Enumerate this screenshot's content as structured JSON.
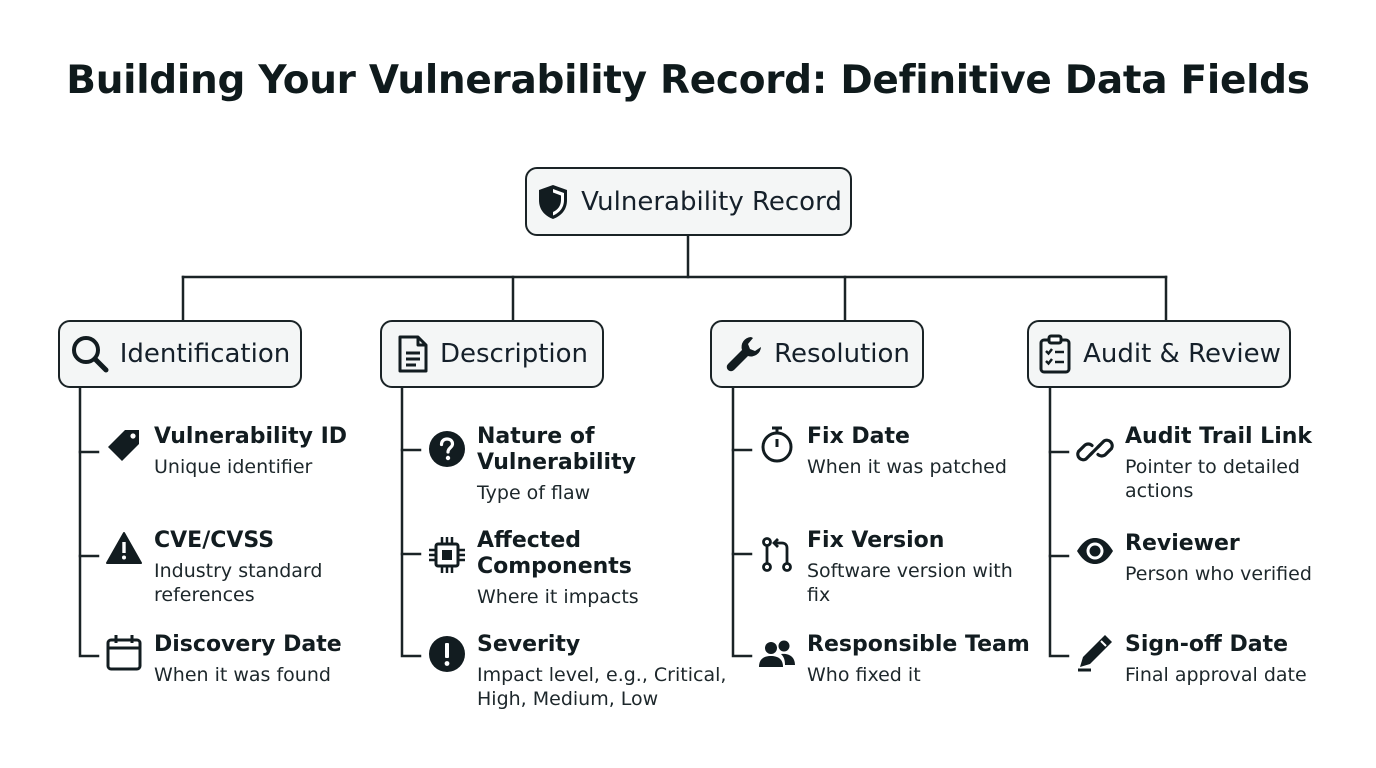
{
  "title": "Building Your Vulnerability Record: Definitive Data Fields",
  "root": {
    "label": "Vulnerability Record",
    "icon": "shield-icon"
  },
  "categories": [
    {
      "label": "Identification",
      "icon": "magnifier-icon",
      "items": [
        {
          "title": "Vulnerability ID",
          "desc": [
            "Unique identifier"
          ],
          "icon": "tag-icon"
        },
        {
          "title": "CVE/CVSS",
          "desc": [
            "Industry standard",
            "references"
          ],
          "icon": "warning-icon"
        },
        {
          "title": "Discovery Date",
          "desc": [
            "When it was found"
          ],
          "icon": "calendar-icon"
        }
      ]
    },
    {
      "label": "Description",
      "icon": "document-icon",
      "items": [
        {
          "title": [
            "Nature of",
            "Vulnerability"
          ],
          "desc": [
            "Type of flaw"
          ],
          "icon": "question-icon"
        },
        {
          "title": [
            "Affected",
            "Components"
          ],
          "desc": [
            "Where it impacts"
          ],
          "icon": "chip-icon"
        },
        {
          "title": "Severity",
          "desc": [
            "Impact level, e.g., Critical,",
            "High, Medium, Low"
          ],
          "icon": "exclamation-icon"
        }
      ]
    },
    {
      "label": "Resolution",
      "icon": "wrench-icon",
      "items": [
        {
          "title": "Fix Date",
          "desc": [
            "When it was patched"
          ],
          "icon": "stopwatch-icon"
        },
        {
          "title": "Fix Version",
          "desc": [
            "Software version with",
            "fix"
          ],
          "icon": "git-pull-icon"
        },
        {
          "title": "Responsible Team",
          "desc": [
            "Who fixed it"
          ],
          "icon": "team-icon"
        }
      ]
    },
    {
      "label": "Audit & Review",
      "icon": "checklist-icon",
      "items": [
        {
          "title": "Audit Trail Link",
          "desc": [
            "Pointer to detailed",
            "actions"
          ],
          "icon": "link-icon"
        },
        {
          "title": "Reviewer",
          "desc": [
            "Person who verified"
          ],
          "icon": "eye-icon"
        },
        {
          "title": "Sign-off Date",
          "desc": [
            "Final approval date"
          ],
          "icon": "pen-icon"
        }
      ]
    }
  ]
}
